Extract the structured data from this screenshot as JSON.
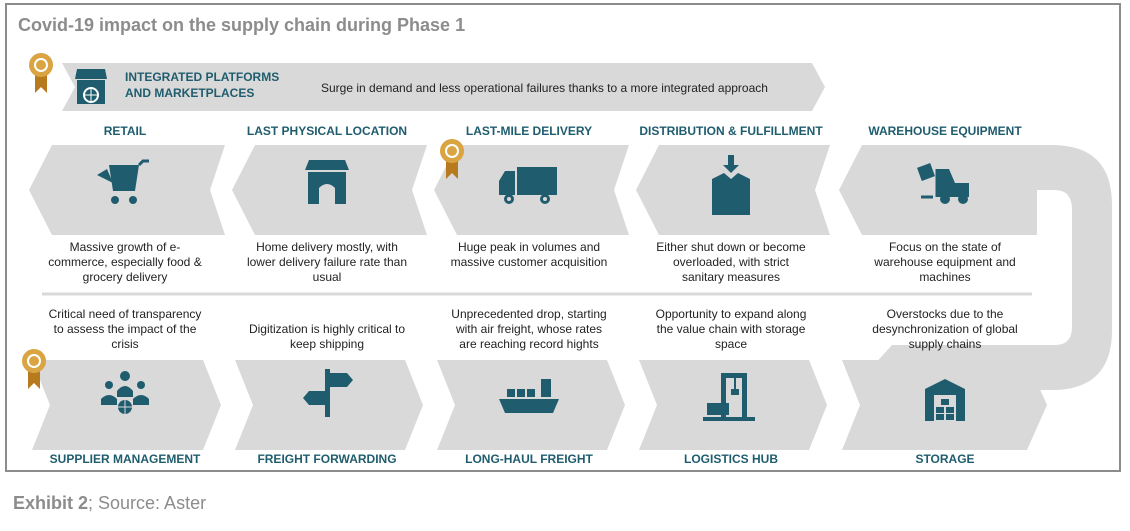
{
  "title": "Covid-19 impact on the supply chain during Phase 1",
  "banner": {
    "heading_line1": "INTEGRATED PLATFORMS",
    "heading_line2": "AND MARKETPLACES",
    "description": "Surge in demand and less operational failures thanks to a more integrated approach"
  },
  "top_row": [
    {
      "label": "RETAIL",
      "icon": "shopping-cart-icon",
      "desc": [
        "Massive growth of e-",
        "commerce, especially food &",
        "grocery delivery"
      ]
    },
    {
      "label": "LAST PHYSICAL LOCATION",
      "icon": "storefront-icon",
      "desc": [
        "Home delivery mostly, with",
        "lower delivery failure rate than",
        "usual"
      ]
    },
    {
      "label": "LAST-MILE DELIVERY",
      "icon": "delivery-truck-icon",
      "desc": [
        "Huge peak in volumes and",
        "massive customer acquisition"
      ]
    },
    {
      "label": "DISTRIBUTION & FULFILLMENT",
      "icon": "package-icon",
      "desc": [
        "Either shut down or become",
        "overloaded, with strict",
        "sanitary measures"
      ]
    },
    {
      "label": "WAREHOUSE EQUIPMENT",
      "icon": "forklift-icon",
      "desc": [
        "Focus on the state of",
        "warehouse equipment and",
        "machines"
      ]
    }
  ],
  "bottom_row": [
    {
      "label": "SUPPLIER MANAGEMENT",
      "icon": "people-network-icon",
      "desc": [
        "Critical need of transparency",
        "to assess the impact of the",
        "crisis"
      ]
    },
    {
      "label": "FREIGHT FORWARDING",
      "icon": "signpost-icon",
      "desc": [
        "Digitization is highly critical to",
        "keep shipping"
      ]
    },
    {
      "label": "LONG-HAUL FREIGHT",
      "icon": "cargo-ship-icon",
      "desc": [
        "Unprecedented drop, starting",
        "with air freight, whose rates",
        "are reaching record hights"
      ]
    },
    {
      "label": "LOGISTICS HUB",
      "icon": "crane-icon",
      "desc": [
        "Opportunity to expand along",
        "the value chain with storage",
        "space"
      ]
    },
    {
      "label": "STORAGE",
      "icon": "warehouse-icon",
      "desc": [
        "Overstocks due to the",
        "desynchronization of global",
        "supply chains"
      ]
    }
  ],
  "caption": {
    "bold": "Exhibit 2",
    "rest": "; Source: Aster"
  },
  "colors": {
    "teal": "#1f5d6e",
    "chevron": "#d9d9d9",
    "medal": "#d9a441",
    "title_gray": "#8c8c8c"
  }
}
